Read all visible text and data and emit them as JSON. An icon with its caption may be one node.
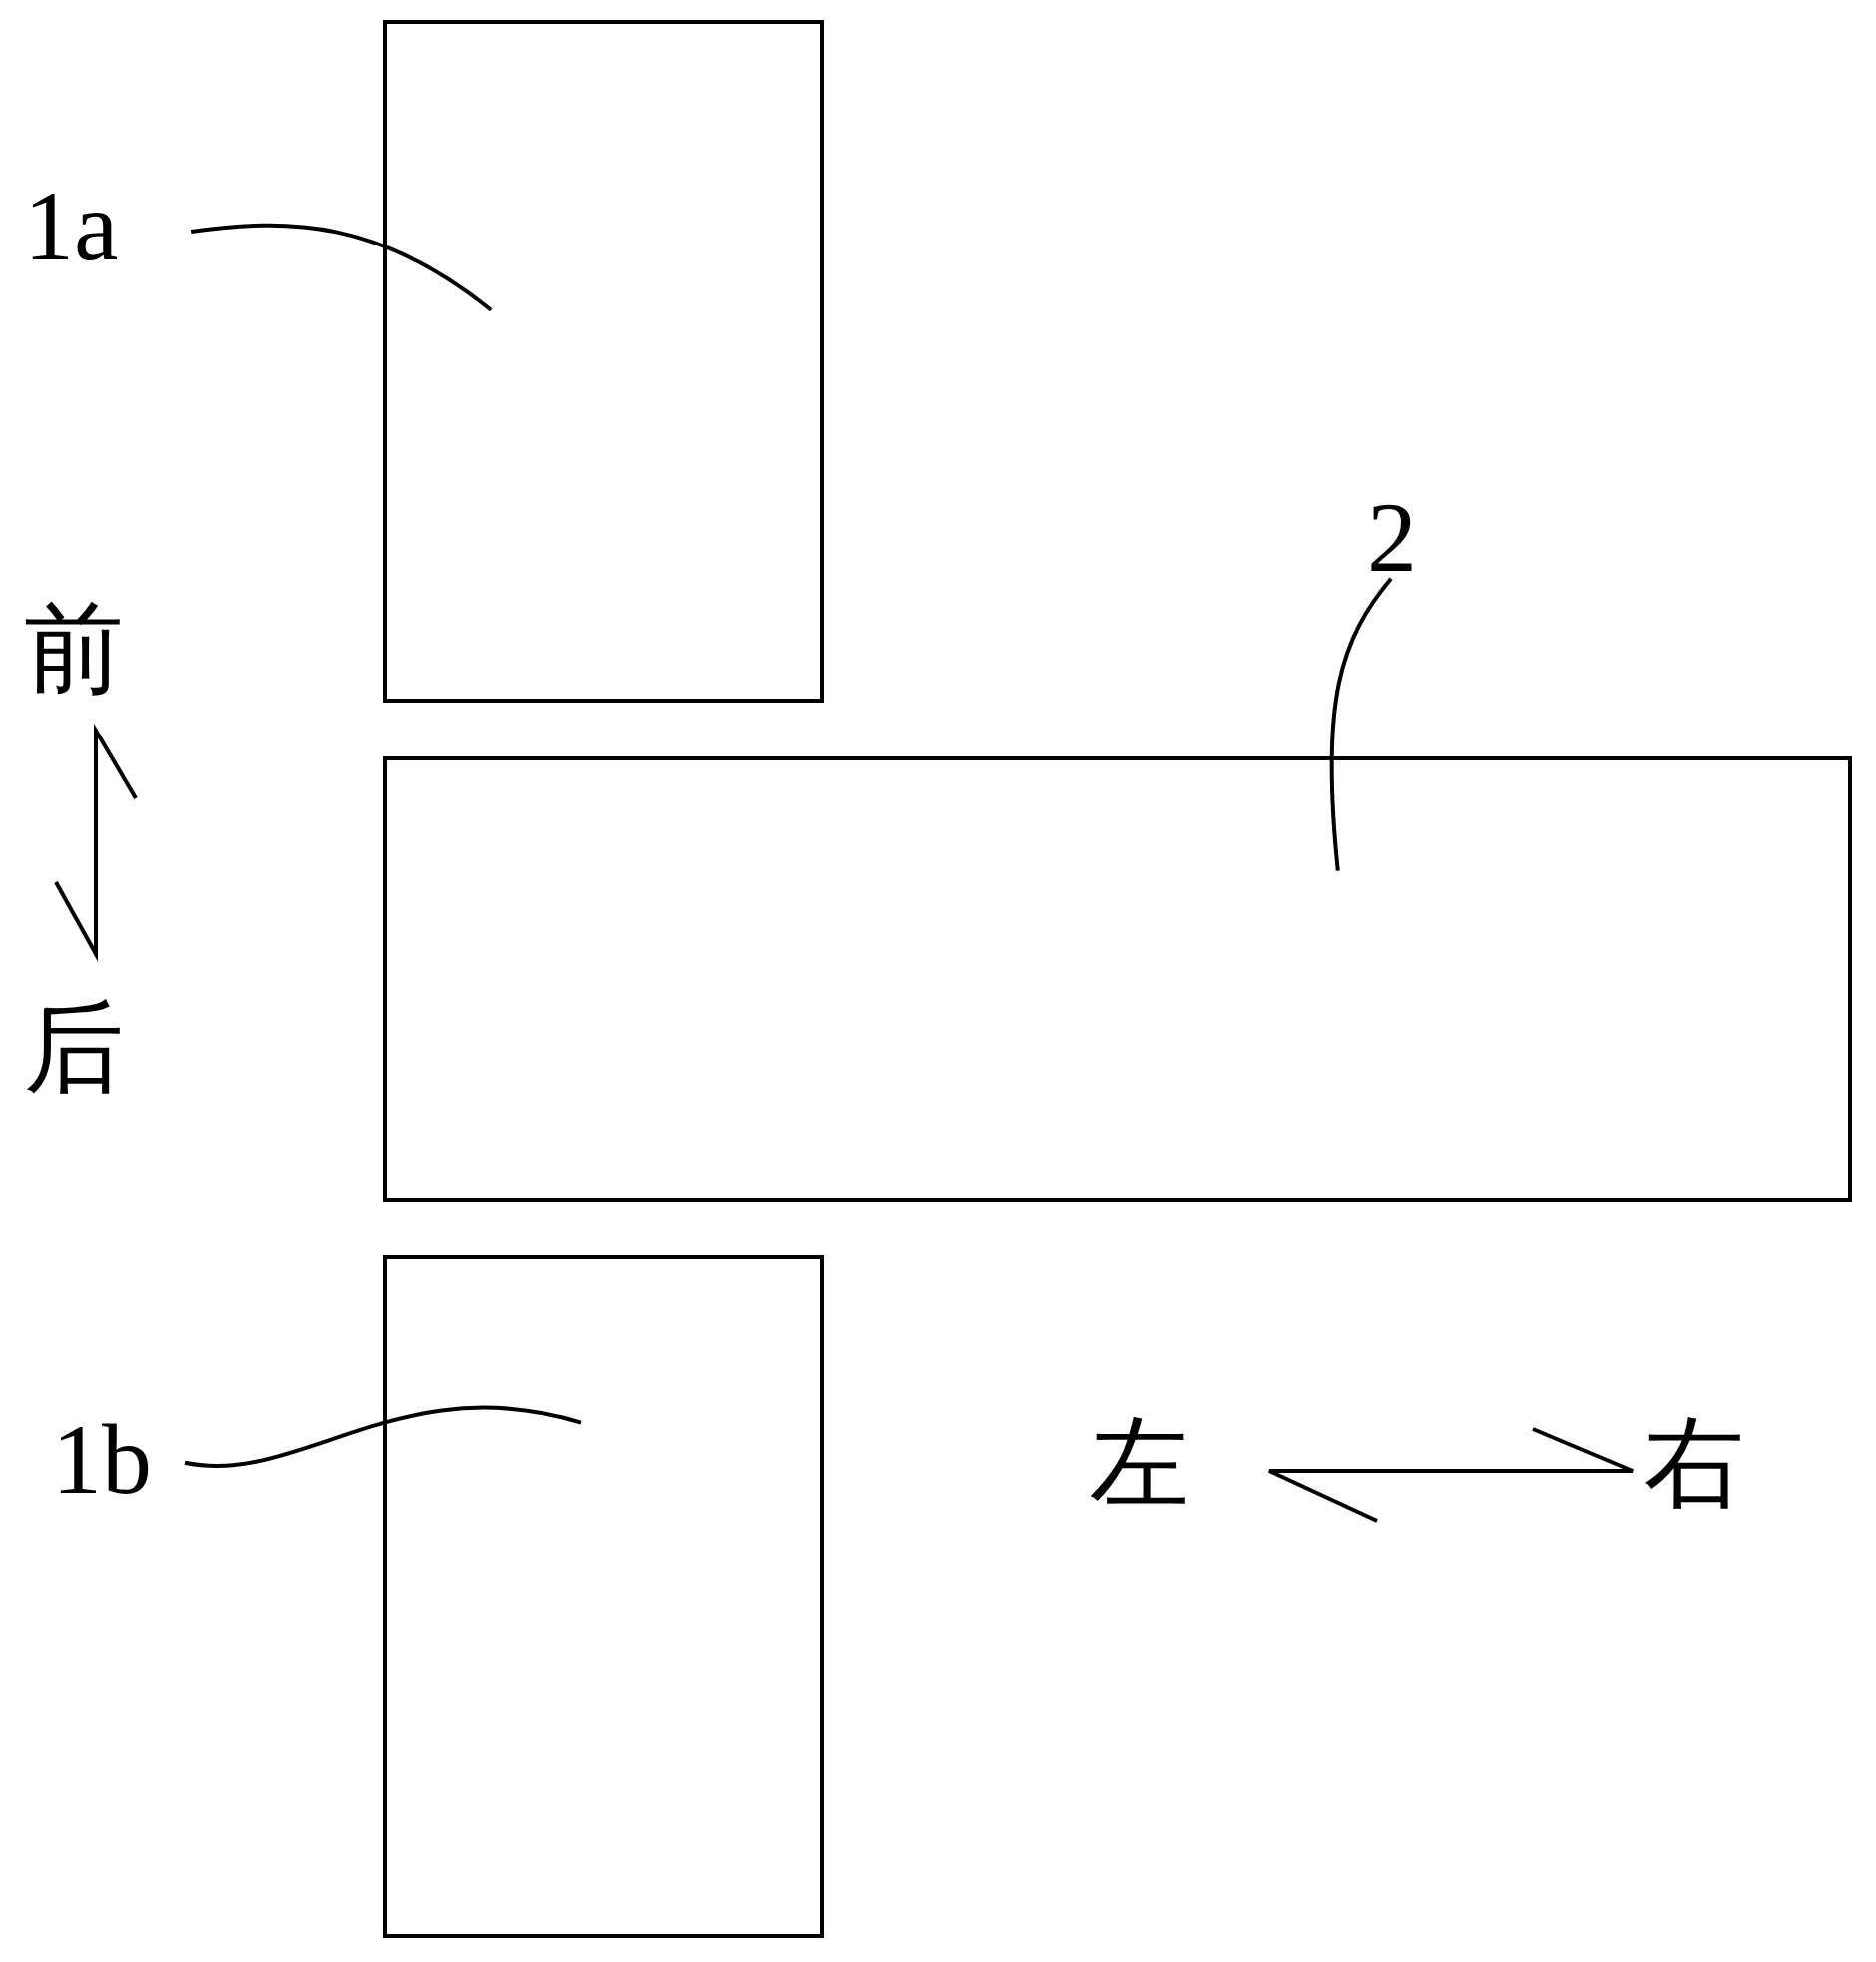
{
  "diagram": {
    "nodes": [
      {
        "text": [
          "1a"
        ]
      },
      {
        "text": [],
        "shape": "box"
      },
      {
        "text": [
          "2"
        ]
      },
      {
        "text": [],
        "shape": "box"
      },
      {
        "text": [
          "1b"
        ]
      },
      {
        "text": [],
        "shape": "box"
      }
    ],
    "edges": [
      {
        "from": 0,
        "to": 1,
        "arrow": "none"
      },
      {
        "from": 2,
        "to": 3,
        "arrow": "none"
      },
      {
        "from": 4,
        "to": 5,
        "arrow": "none"
      }
    ],
    "labels": [
      "前",
      "后",
      "左",
      "右"
    ]
  }
}
